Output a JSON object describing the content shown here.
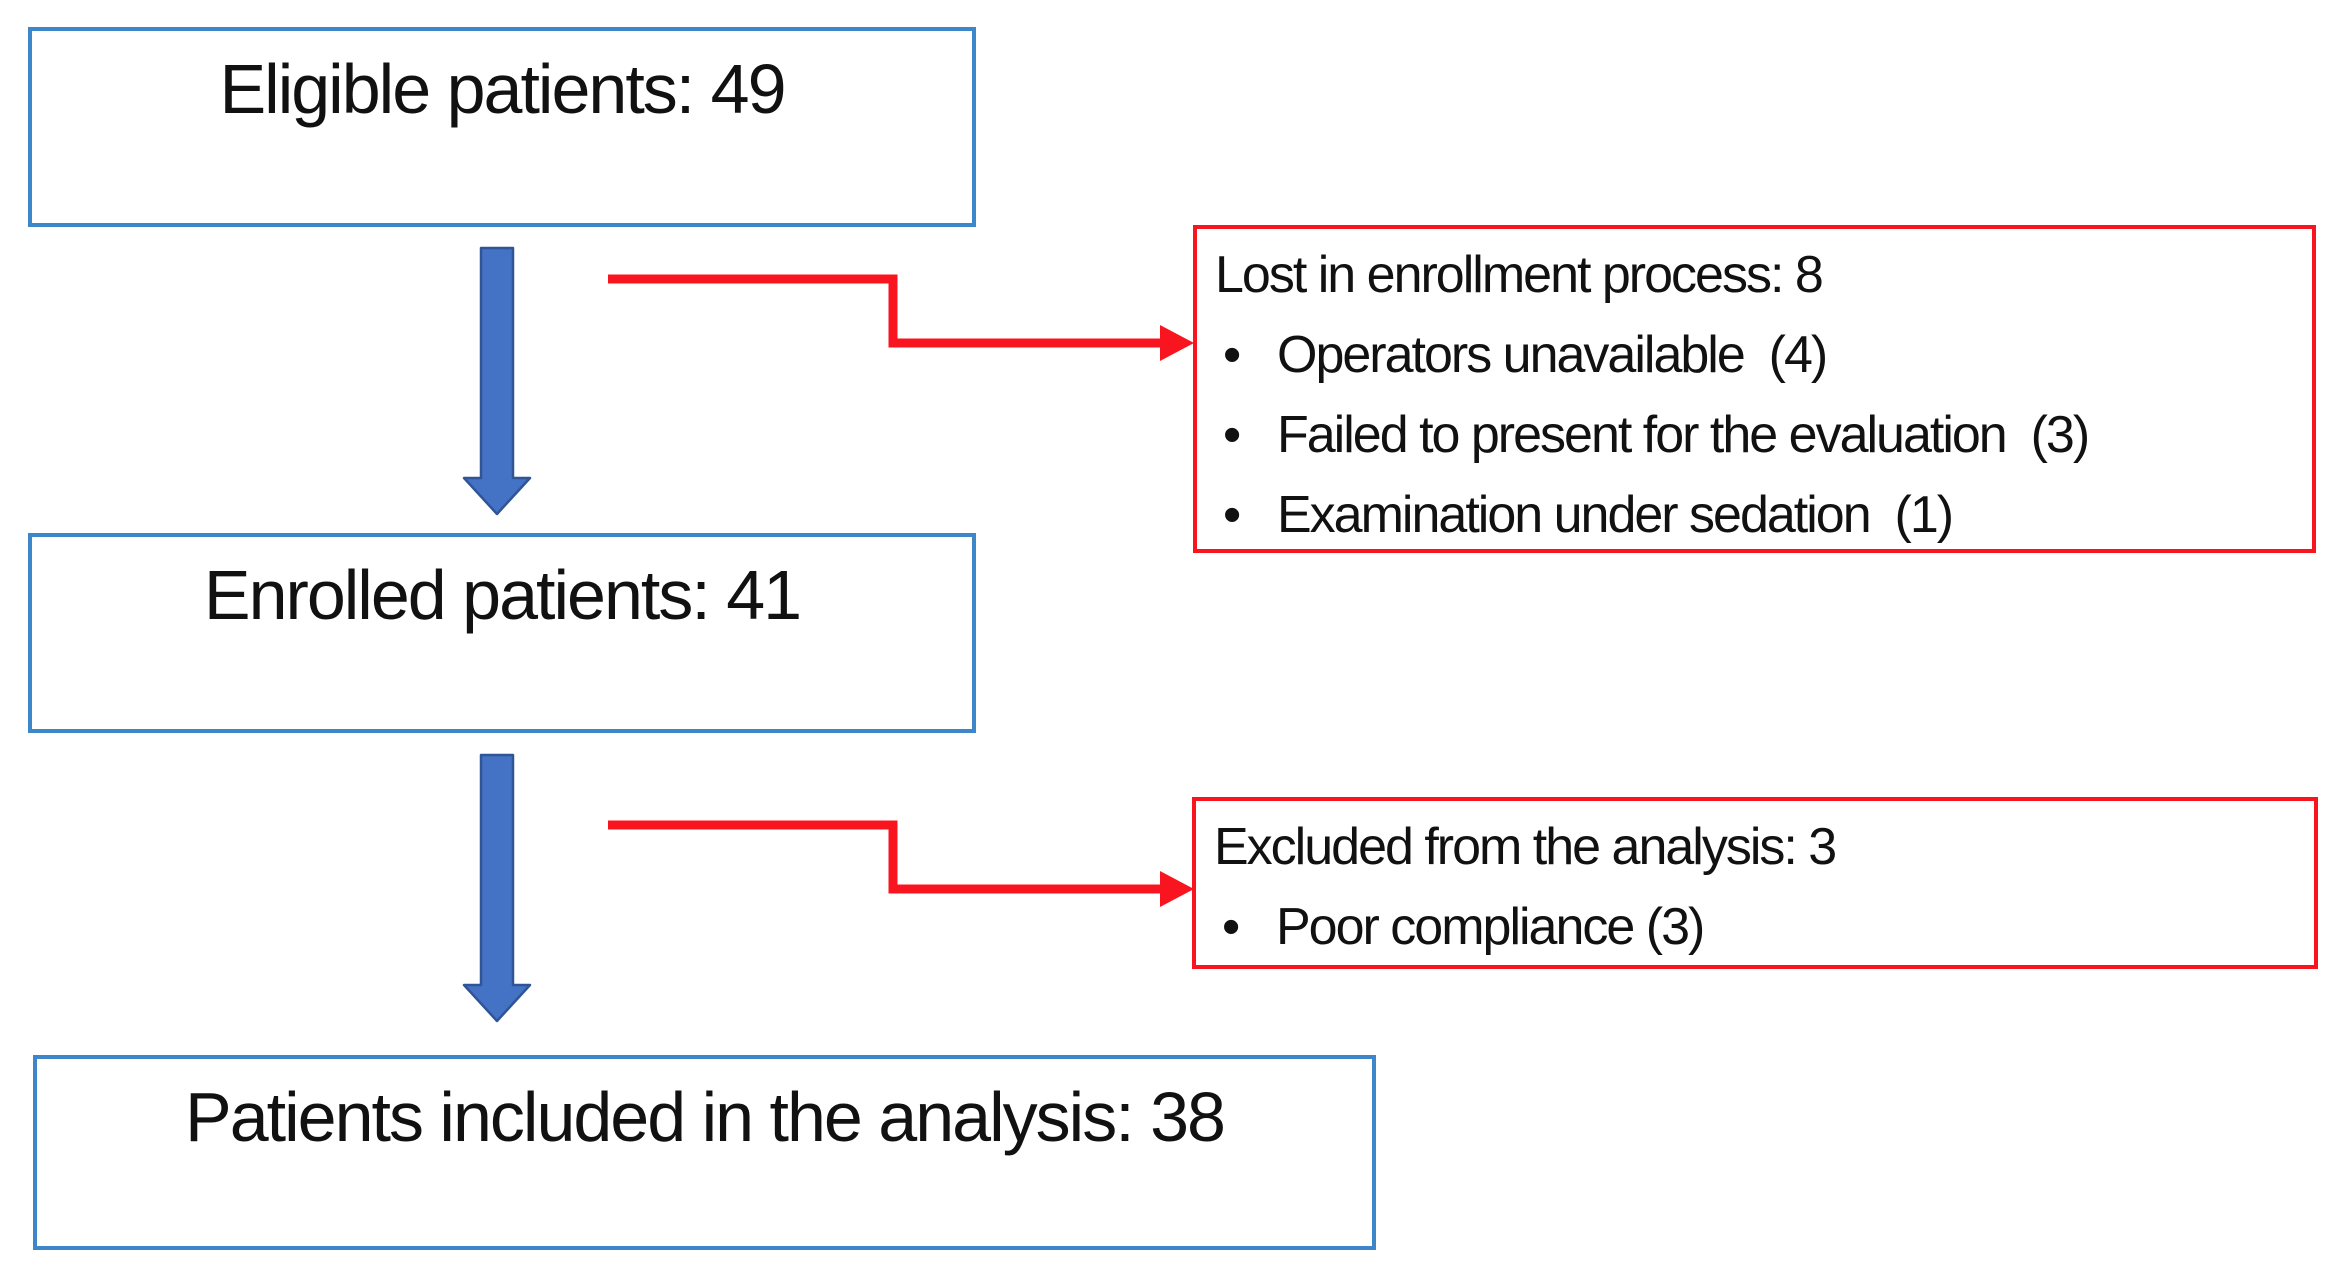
{
  "diagram": {
    "title_implicit": "Patient enrollment flow",
    "bullet_char": "•",
    "main_boxes": [
      {
        "label": "Eligible patients: 49"
      },
      {
        "label": "Enrolled patients: 41"
      },
      {
        "label": "Patients included in the analysis: 38"
      }
    ],
    "side_boxes": [
      {
        "title": "Lost in enrollment process: 8",
        "items": [
          "Operators unavailable  (4)",
          "Failed to present for the evaluation  (3)",
          "Examination under sedation  (1)"
        ]
      },
      {
        "title": "Excluded from the analysis: 3",
        "items": [
          "Poor compliance (3)"
        ]
      }
    ]
  },
  "colors": {
    "blue_box_border": "#3d86c9",
    "down_arrow_fill": "#4472c4",
    "down_arrow_edge": "#2f5597",
    "red_accent": "#f8151f",
    "text": "#111111",
    "background": "#ffffff"
  }
}
